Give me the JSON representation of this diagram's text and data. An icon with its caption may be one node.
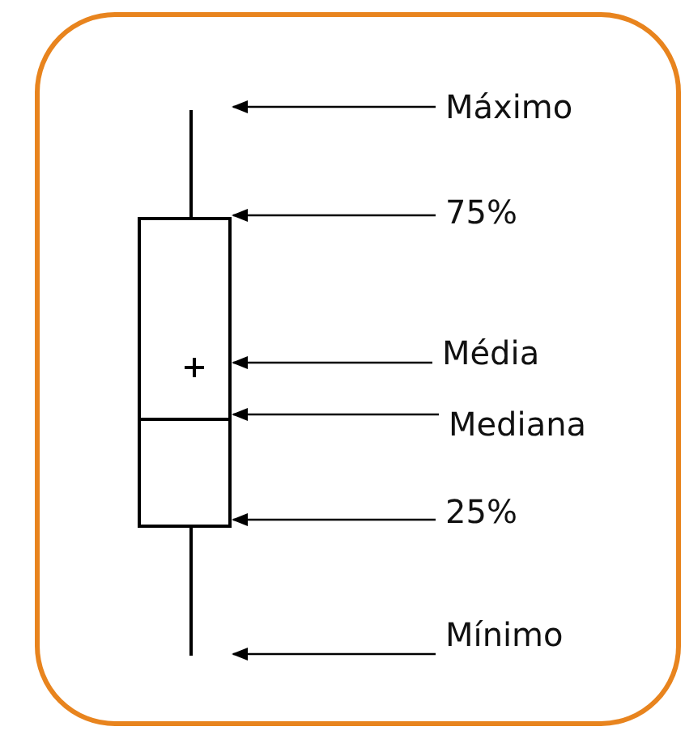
{
  "diagram": {
    "nodes": [
      {
        "text": [],
        "shape": "box"
      },
      {
        "text": [
          "Máximo"
        ]
      },
      {
        "text": [
          "75%"
        ]
      },
      {
        "text": [
          "Média"
        ]
      },
      {
        "text": [
          "Mediana"
        ]
      },
      {
        "text": [
          "25%"
        ]
      },
      {
        "text": [
          "Mínimo"
        ]
      }
    ],
    "edges": [
      {
        "from": 1,
        "to": 0,
        "arrow": "to"
      },
      {
        "from": 2,
        "to": 0,
        "arrow": "to"
      },
      {
        "from": 3,
        "to": 0,
        "arrow": "to"
      },
      {
        "from": 4,
        "to": 0,
        "arrow": "to"
      },
      {
        "from": 5,
        "to": 0,
        "arrow": "to"
      },
      {
        "from": 6,
        "to": 0,
        "arrow": "to"
      }
    ]
  }
}
